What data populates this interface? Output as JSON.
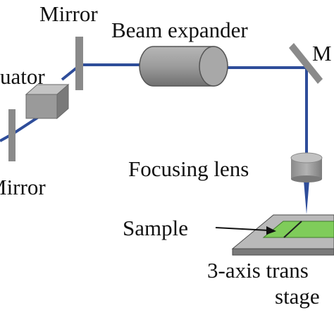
{
  "labels": {
    "mirror_top": "Mirror",
    "beam_expander": "Beam expander",
    "mirror_right": "M",
    "attenuator": "uator",
    "mirror_bottom": "Mirror",
    "focusing_lens": "Focusing lens",
    "sample": "Sample",
    "stage_line1": "3-axis trans",
    "stage_line2": "stage"
  },
  "colors": {
    "beam": "#2e4d9a",
    "component_gray": "#9a9a9a",
    "stage_top": "#b9b9b9",
    "stage_side": "#7a7a7a",
    "sample_green": "#7fcc5a",
    "text": "#111111"
  }
}
